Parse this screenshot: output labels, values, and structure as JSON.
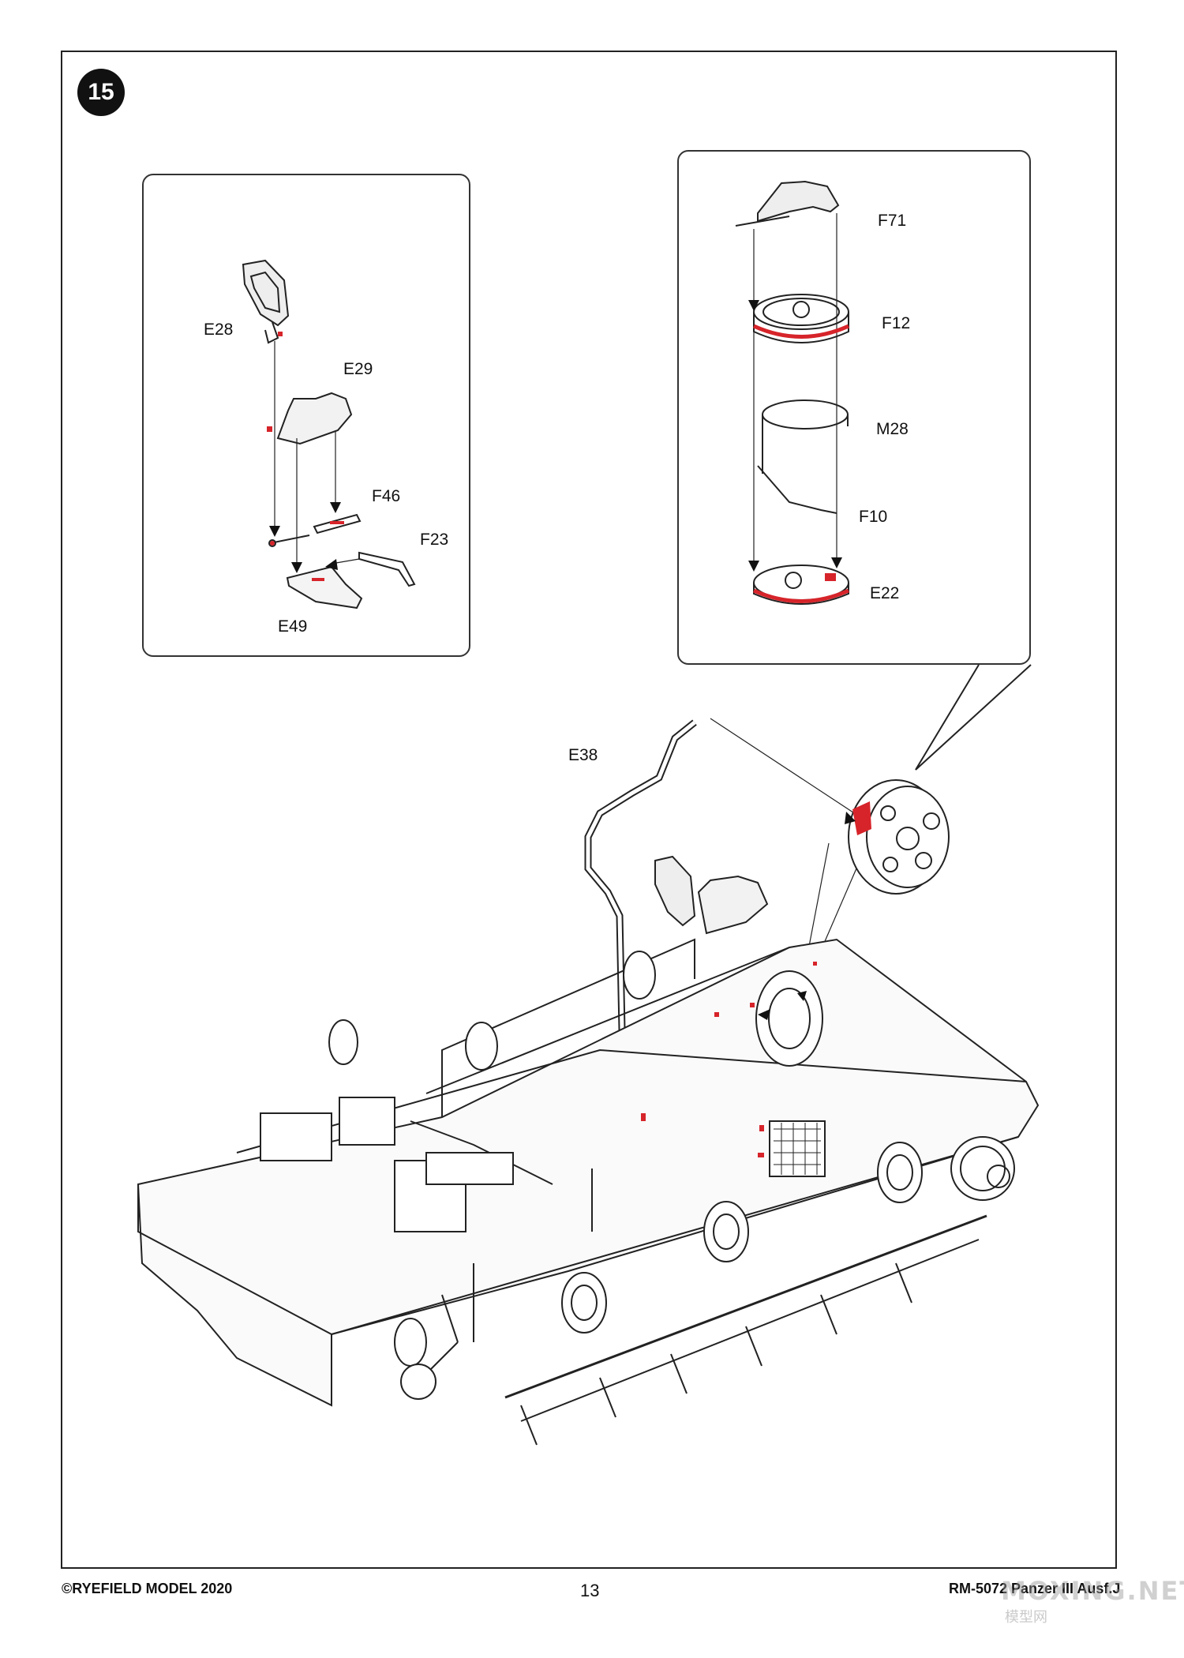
{
  "step": {
    "number": "15"
  },
  "inset_seat": {
    "labels": {
      "e28": "E28",
      "e29": "E29",
      "f46": "F46",
      "f23": "F23",
      "e49": "E49"
    }
  },
  "inset_ammo": {
    "labels": {
      "f71": "F71",
      "f12": "F12",
      "m28": "M28",
      "f10": "F10",
      "e22": "E22"
    }
  },
  "main_assembly": {
    "labels": {
      "e38": "E38"
    }
  },
  "footer": {
    "copyright": "©RYEFIELD MODEL 2020",
    "page_number": "13",
    "kit": "RM-5072 Panzer III Ausf.J"
  },
  "watermark": {
    "text": "MOXING.NET",
    "sub": "模型网"
  },
  "colors": {
    "highlight": "#d6242a",
    "line": "#222222"
  }
}
